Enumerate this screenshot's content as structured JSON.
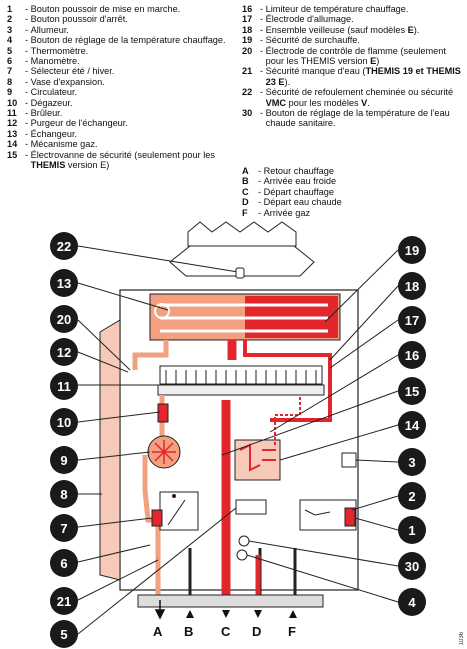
{
  "legend_left": [
    {
      "num": "1",
      "text": "Bouton poussoir de mise en marche."
    },
    {
      "num": "2",
      "text": "Bouton poussoir d'arrêt."
    },
    {
      "num": "3",
      "text": "Allumeur."
    },
    {
      "num": "4",
      "text": "Bouton de réglage de la température chauffage."
    },
    {
      "num": "5",
      "text": "Thermomètre."
    },
    {
      "num": "6",
      "text": "Manomètre."
    },
    {
      "num": "7",
      "text": "Sélecteur été / hiver."
    },
    {
      "num": "8",
      "text": "Vase d'expansion."
    },
    {
      "num": "9",
      "text": "Circulateur."
    },
    {
      "num": "10",
      "text": "Dégazeur."
    },
    {
      "num": "11",
      "text": "Brûleur."
    },
    {
      "num": "12",
      "text": "Purgeur de l'échangeur."
    },
    {
      "num": "13",
      "text": "Échangeur."
    },
    {
      "num": "14",
      "text": "Mécanisme gaz."
    },
    {
      "num": "15",
      "text_a": "Électrovanne de sécurité (seulement pour les",
      "bold": "THEMIS",
      "text_b": "version E)"
    }
  ],
  "legend_right": [
    {
      "num": "16",
      "text": "Limiteur de température chauffage."
    },
    {
      "num": "17",
      "text": "Électrode d'allumage."
    },
    {
      "num": "18",
      "text_a": "Ensemble veilleuse (sauf modèles",
      "bold": "E",
      "text_b": ")."
    },
    {
      "num": "19",
      "text": "Sécurité de surchauffe."
    },
    {
      "num": "20",
      "text_a": "Électrode de contrôle de flamme (seulement pour les THEMIS version",
      "bold": "E",
      "text_b": ")"
    },
    {
      "num": "21",
      "text_a": "Sécurité manque d'eau (",
      "bold": "THEMIS 19 et THEMIS 23 E",
      "text_b": ")."
    },
    {
      "num": "22",
      "text_a": "Sécurité de refoulement cheminée ou sécurité",
      "bold": "VMC",
      "text_b": "pour les modèles",
      "bold2": "V",
      "text_c": "."
    },
    {
      "num": "30",
      "text": "Bouton de réglage de la température de l'eau chaude sanitaire."
    }
  ],
  "connections": [
    {
      "letter": "A",
      "sep": "-",
      "text": "Retour chauffage"
    },
    {
      "letter": "B",
      "sep": "-",
      "text": "Arrivée eau froide"
    },
    {
      "letter": "C",
      "sep": "-",
      "text": "Départ chauffage"
    },
    {
      "letter": "D",
      "sep": "-",
      "text": "Départ eau chaude"
    },
    {
      "letter": "F",
      "sep": "-",
      "text": "Arrivée gaz"
    }
  ],
  "callouts": {
    "c22": "22",
    "c13": "13",
    "c20": "20",
    "c12": "12",
    "c11": "11",
    "c10": "10",
    "c9": "9",
    "c8": "8",
    "c7": "7",
    "c6": "6",
    "c21": "21",
    "c5": "5",
    "c19": "19",
    "c18": "18",
    "c17": "17",
    "c16": "16",
    "c15": "15",
    "c14": "14",
    "c3": "3",
    "c2": "2",
    "c1": "1",
    "c30": "30",
    "c4": "4"
  },
  "pipe_letters": {
    "A": "A",
    "B": "B",
    "C": "C",
    "D": "D",
    "F": "F"
  },
  "corner_code": "1036",
  "colors": {
    "hot_red": "#e3262b",
    "warm_salmon": "#f2a080",
    "pale_pink": "#f6c9b8",
    "callout_black": "#1a1a1a",
    "outline": "#222222"
  }
}
